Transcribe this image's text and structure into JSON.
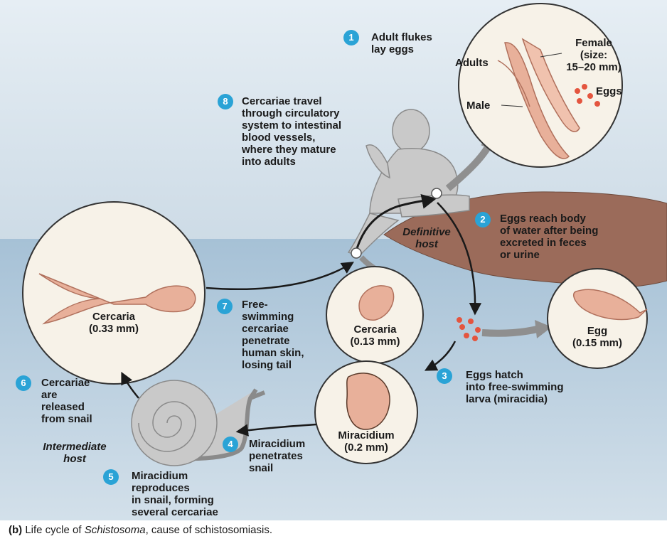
{
  "steps": [
    {
      "num": "1",
      "text": [
        "Adult flukes",
        "lay eggs"
      ]
    },
    {
      "num": "2",
      "text": [
        "Eggs reach body",
        "of water after being",
        "excreted in feces",
        "or urine"
      ]
    },
    {
      "num": "3",
      "text": [
        "Eggs hatch",
        "into free-swimming",
        "larva (miracidia)"
      ]
    },
    {
      "num": "4",
      "text": [
        "Miracidium",
        "penetrates",
        "snail"
      ]
    },
    {
      "num": "5",
      "text": [
        "Miracidium",
        "reproduces",
        "in snail, forming",
        "several cercariae"
      ]
    },
    {
      "num": "6",
      "text": [
        "Cercariae",
        "are",
        "released",
        "from snail"
      ]
    },
    {
      "num": "7",
      "text": [
        "Free-",
        "swimming",
        "cercariae",
        "penetrate",
        "human skin,",
        "losing tail"
      ]
    },
    {
      "num": "8",
      "text": [
        "Cercariae travel",
        "through circulatory",
        "system to intestinal",
        "blood vessels,",
        "where they mature",
        "into adults"
      ]
    }
  ],
  "labels": {
    "adults": "Adults",
    "female": [
      "Female",
      "(size:",
      "15–20 mm)"
    ],
    "eggs": "Eggs",
    "male": "Male",
    "definitive_host": [
      "Definitive",
      "host"
    ],
    "intermediate_host": [
      "Intermediate",
      "host"
    ],
    "cercaria_large": [
      "Cercaria",
      "(0.33 mm)"
    ],
    "cercaria_small": [
      "Cercaria",
      "(0.13 mm)"
    ],
    "egg": [
      "Egg",
      "(0.15 mm)"
    ],
    "miracidium": [
      "Miracidium",
      "(0.2 mm)"
    ]
  },
  "caption": {
    "prefix": "(b)",
    "text_before": " Life cycle of ",
    "genus": "Schistosoma",
    "text_after": ", cause of schistosomiasis."
  },
  "colors": {
    "sky": "#dde8f0",
    "water": "#a9c4d8",
    "shore": "#9b6b5a",
    "badge": "#2aa3d6",
    "circle_fill": "#f7f2e8",
    "fluke": "#e8b09a",
    "egg_dots": "#e4553f"
  }
}
